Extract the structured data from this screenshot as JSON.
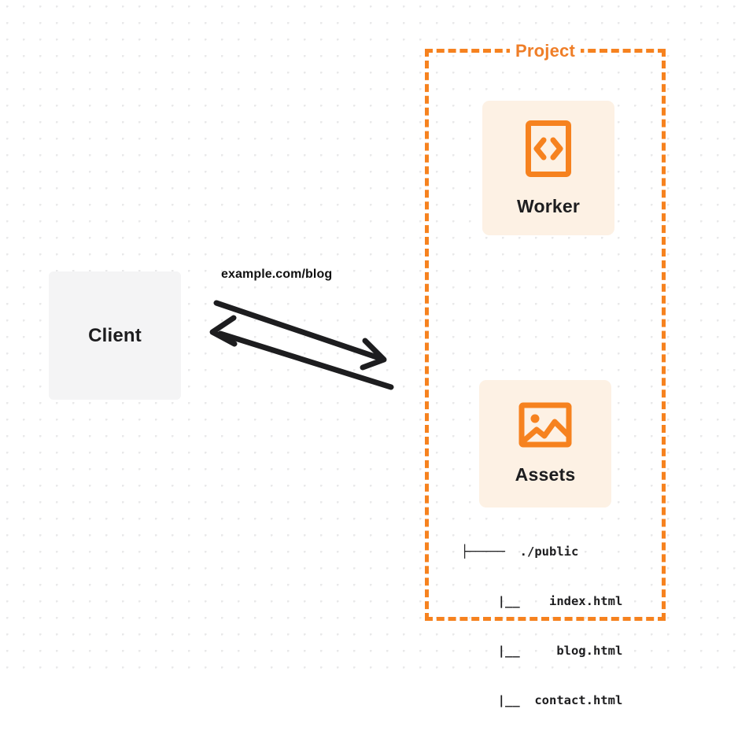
{
  "diagram": {
    "title": "Cloudflare Worker with static assets request flow",
    "background": {
      "color": "#ffffff",
      "dot_color": "#e9e9ea"
    },
    "client": {
      "label": "Client",
      "fill": "#f4f4f5",
      "text_color": "#1d1d1f"
    },
    "connection": {
      "label": "example.com/blog",
      "stroke": "#1d1d1f",
      "outbound_direction": "client-to-project",
      "inbound_direction": "project-to-client"
    },
    "project": {
      "label": "Project",
      "border_color": "#f6821f",
      "border_style": "dashed",
      "cards": [
        {
          "label": "Worker",
          "icon": "code-file-icon",
          "fill": "#fdf1e4",
          "icon_color": "#f6821f"
        },
        {
          "label": "Assets",
          "icon": "image-icon",
          "fill": "#fdf1e4",
          "icon_color": "#f6821f"
        }
      ],
      "file_tree": {
        "lines": [
          "├─────  ./public",
          "     |__    index.html",
          "     |__     blog.html",
          "     |__  contact.html"
        ]
      }
    }
  }
}
